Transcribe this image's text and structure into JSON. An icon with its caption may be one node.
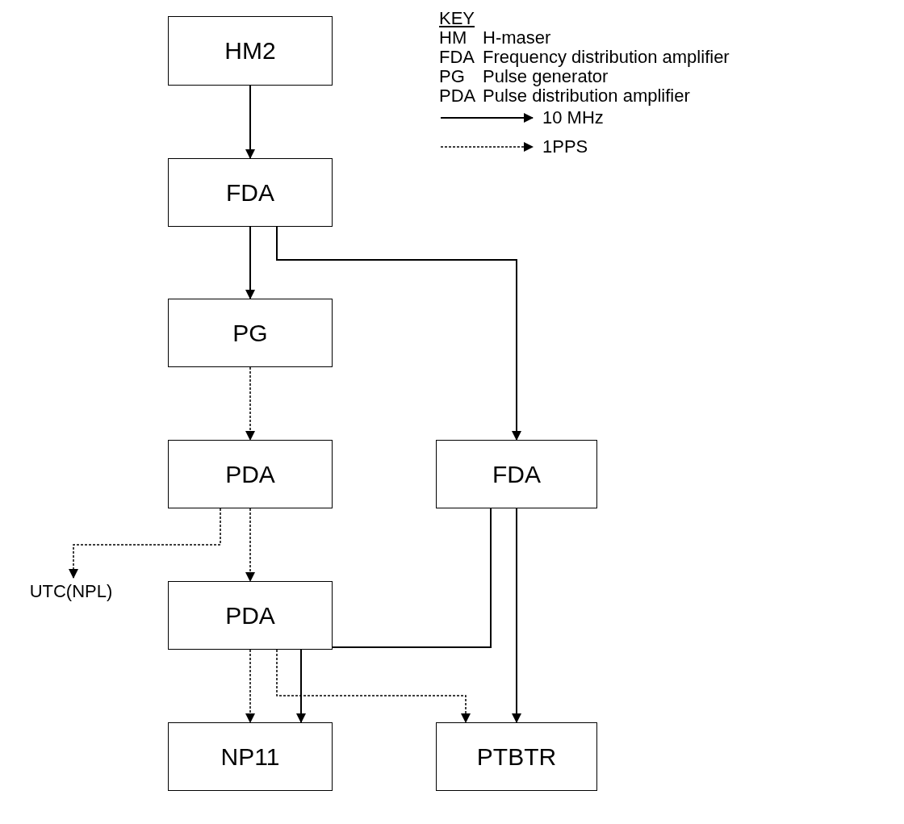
{
  "diagram": {
    "nodes": [
      {
        "text": [
          "HM2"
        ]
      },
      {
        "text": [
          "FDA"
        ]
      },
      {
        "text": [
          "PG"
        ]
      },
      {
        "text": [
          "PDA"
        ]
      },
      {
        "text": [
          "FDA"
        ]
      },
      {
        "text": [
          "UTC(NPL)"
        ]
      },
      {
        "text": [
          "PDA"
        ]
      },
      {
        "text": [
          "NP11"
        ]
      },
      {
        "text": [
          "PTBTR"
        ]
      }
    ],
    "edges": [
      {
        "from": 0,
        "to": 1,
        "arrow": "to"
      },
      {
        "from": 1,
        "to": 2,
        "arrow": "to"
      },
      {
        "from": 1,
        "to": 4,
        "arrow": "to"
      },
      {
        "from": 2,
        "to": 3,
        "arrow": "to",
        "style": "dashed"
      },
      {
        "from": 3,
        "to": 5,
        "arrow": "to",
        "style": "dashed"
      },
      {
        "from": 3,
        "to": 6,
        "arrow": "to",
        "style": "dashed"
      },
      {
        "from": 4,
        "to": 7,
        "arrow": "to"
      },
      {
        "from": 4,
        "to": 8,
        "arrow": "to"
      },
      {
        "from": 6,
        "to": 7,
        "arrow": "to",
        "style": "dashed"
      },
      {
        "from": 6,
        "to": 8,
        "arrow": "to",
        "style": "dashed"
      }
    ],
    "labels": [
      "KEY",
      "HM",
      "H-maser",
      "FDA",
      "Frequency distribution amplifier",
      "PG",
      "Pulse generator",
      "PDA",
      "Pulse distribution amplifier"
    ],
    "legend": [
      {
        "text": "10 MHz"
      },
      {
        "text": "1PPS"
      }
    ]
  }
}
